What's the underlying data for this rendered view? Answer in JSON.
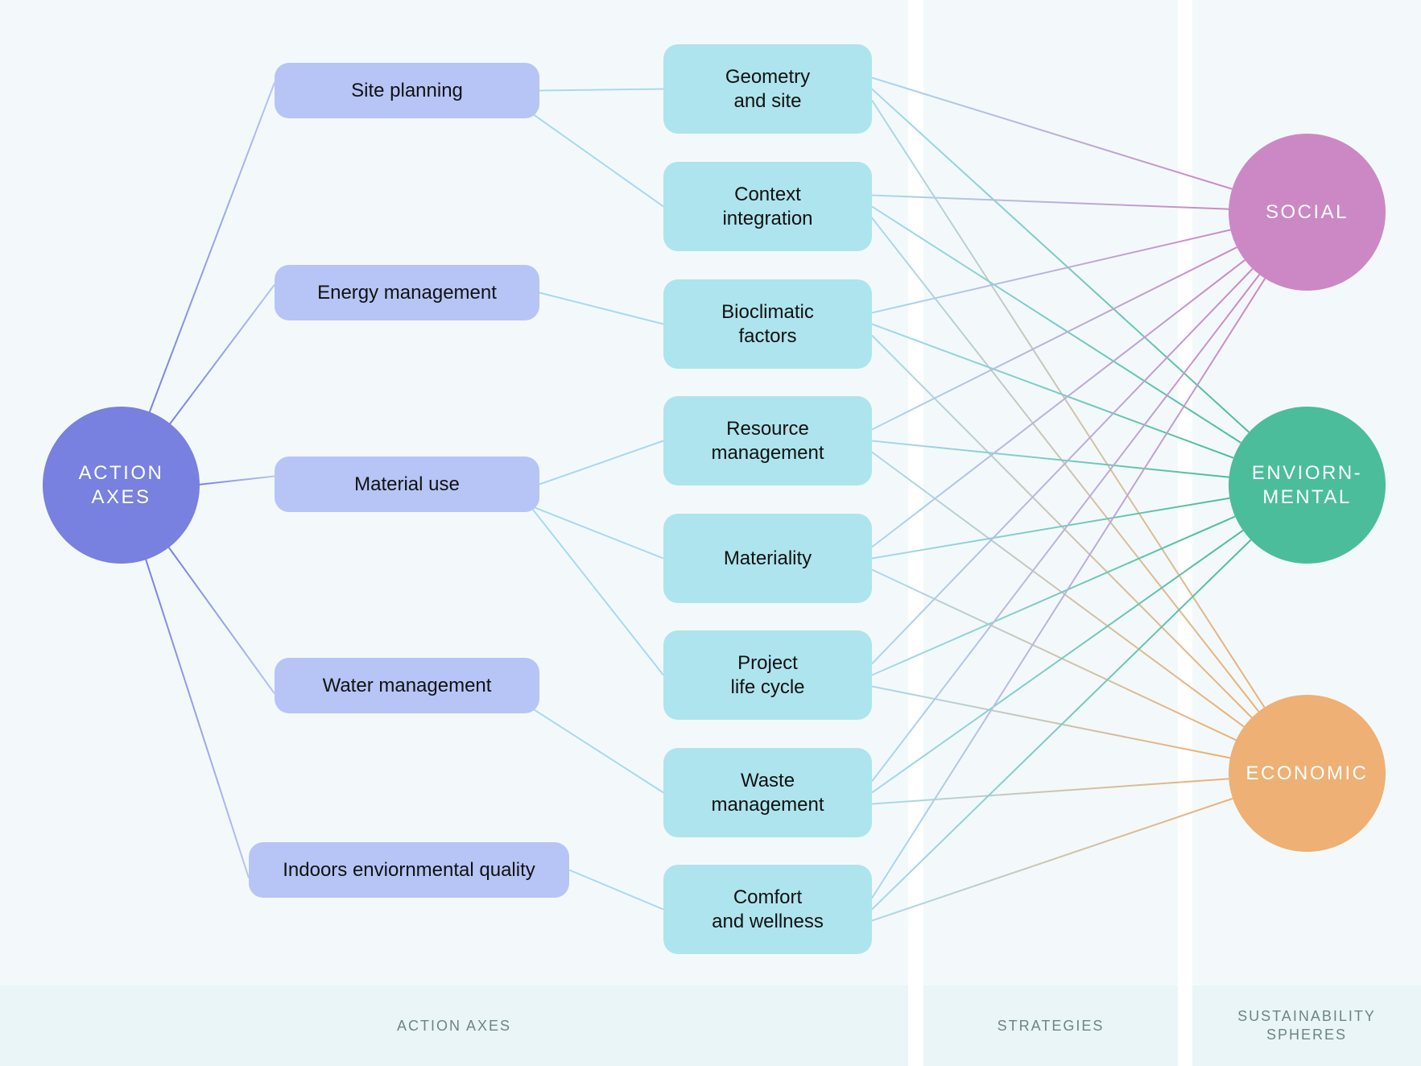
{
  "columns": {
    "action_axes": "ACTION AXES",
    "strategies": "STRATEGIES",
    "spheres": "SUSTAINABILITY\nSPHERES"
  },
  "root": {
    "id": "root",
    "label": "ACTION\nAXES",
    "color": "#7880e0"
  },
  "axes": [
    {
      "id": "site",
      "label": "Site planning"
    },
    {
      "id": "energy",
      "label": "Energy management"
    },
    {
      "id": "material",
      "label": "Material use"
    },
    {
      "id": "water",
      "label": "Water management"
    },
    {
      "id": "indoor",
      "label": "Indoors enviornmental quality"
    }
  ],
  "strategies": [
    {
      "id": "geometry",
      "label": "Geometry\nand site"
    },
    {
      "id": "context",
      "label": "Context\nintegration"
    },
    {
      "id": "bioclimatic",
      "label": "Bioclimatic\nfactors"
    },
    {
      "id": "resource",
      "label": "Resource\nmanagement"
    },
    {
      "id": "materiality",
      "label": "Materiality"
    },
    {
      "id": "lifecycle",
      "label": "Project\nlife cycle"
    },
    {
      "id": "waste",
      "label": "Waste\nmanagement"
    },
    {
      "id": "comfort",
      "label": "Comfort\nand wellness"
    }
  ],
  "spheres": [
    {
      "id": "social",
      "label": "SOCIAL",
      "color": "#cc88c4"
    },
    {
      "id": "environmental",
      "label": "ENVIORN-\nMENTAL",
      "color": "#4bbd9a"
    },
    {
      "id": "economic",
      "label": "ECONOMIC",
      "color": "#eeb074"
    }
  ],
  "colors": {
    "axis_box": "#b6c5f5",
    "strategy_box": "#aee4ed",
    "link_light": "#a9d9ee"
  },
  "links_root_axis": [
    "site",
    "energy",
    "material",
    "water",
    "indoor"
  ],
  "links_axis_strategy": [
    [
      "site",
      "geometry"
    ],
    [
      "site",
      "context"
    ],
    [
      "energy",
      "bioclimatic"
    ],
    [
      "material",
      "resource"
    ],
    [
      "material",
      "materiality"
    ],
    [
      "material",
      "lifecycle"
    ],
    [
      "water",
      "waste"
    ],
    [
      "indoor",
      "comfort"
    ]
  ],
  "links_strategy_sphere": [
    [
      "geometry",
      "social"
    ],
    [
      "geometry",
      "environmental"
    ],
    [
      "geometry",
      "economic"
    ],
    [
      "context",
      "social"
    ],
    [
      "context",
      "environmental"
    ],
    [
      "context",
      "economic"
    ],
    [
      "bioclimatic",
      "social"
    ],
    [
      "bioclimatic",
      "environmental"
    ],
    [
      "bioclimatic",
      "economic"
    ],
    [
      "resource",
      "social"
    ],
    [
      "resource",
      "environmental"
    ],
    [
      "resource",
      "economic"
    ],
    [
      "materiality",
      "social"
    ],
    [
      "materiality",
      "environmental"
    ],
    [
      "materiality",
      "economic"
    ],
    [
      "lifecycle",
      "social"
    ],
    [
      "lifecycle",
      "environmental"
    ],
    [
      "lifecycle",
      "economic"
    ],
    [
      "waste",
      "social"
    ],
    [
      "waste",
      "environmental"
    ],
    [
      "waste",
      "economic"
    ],
    [
      "comfort",
      "social"
    ],
    [
      "comfort",
      "environmental"
    ],
    [
      "comfort",
      "economic"
    ]
  ]
}
